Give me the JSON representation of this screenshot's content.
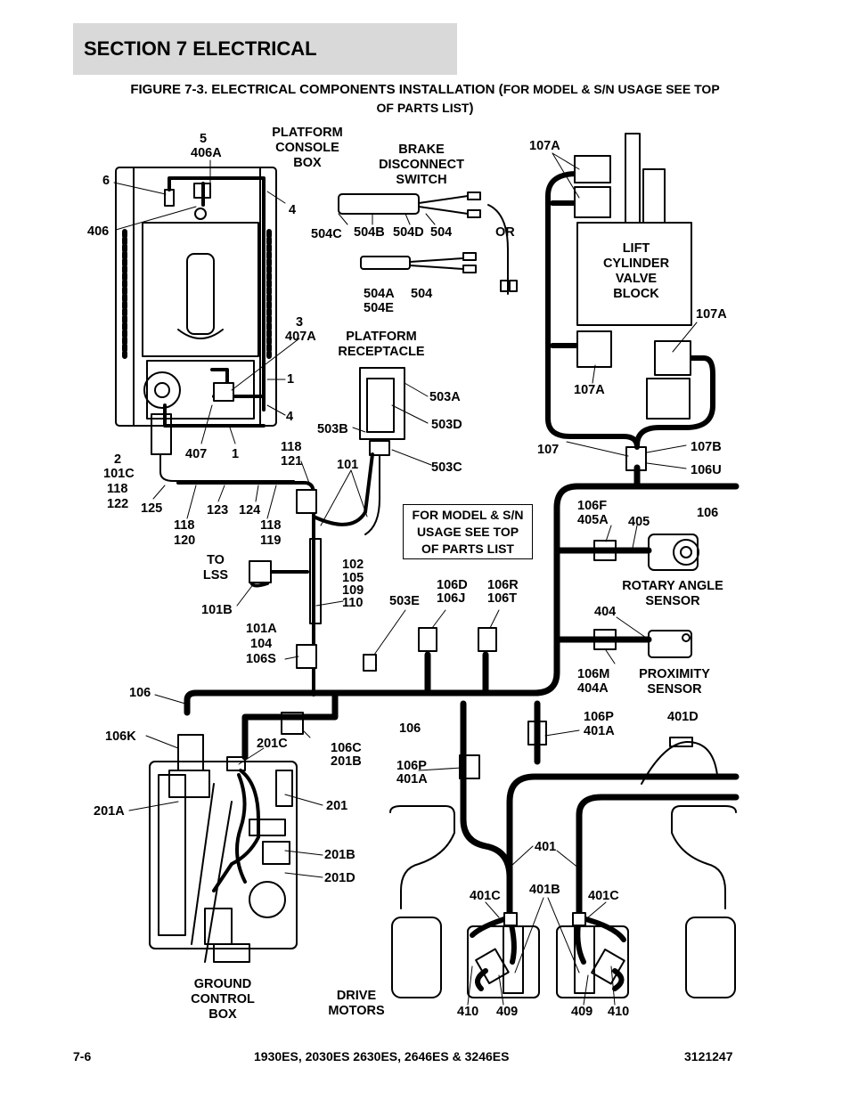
{
  "header": {
    "section": "SECTION 7   ELECTRICAL",
    "figure_title_main": "FIGURE 7-3. ELECTRICAL COMPONENTS INSTALLATION (",
    "figure_title_small1": "FOR MODEL & S/N USAGE SEE TOP",
    "figure_title_small2": "OF PARTS LIST",
    "figure_title_close": ")"
  },
  "labels": {
    "l5": "5",
    "l406A": "406A",
    "l6": "6",
    "l406": "406",
    "platform_console": "PLATFORM\nCONSOLE\nBOX",
    "brake_switch": "BRAKE\nDISCONNECT\nSWITCH",
    "l107A_top": "107A",
    "l4a": "4",
    "l504C": "504C",
    "l504B": "504B",
    "l504D": "504D",
    "l504a": "504",
    "lOR": "OR",
    "lift_block": "LIFT\nCYLINDER\nVALVE\nBLOCK",
    "l504A": "504A",
    "l504E": "504E",
    "l504b": "504",
    "l3": "3",
    "l407A": "407A",
    "platform_receptacle": "PLATFORM\nRECEPTACLE",
    "l107A_right": "107A",
    "l1a": "1",
    "l4b": "4",
    "l503A": "503A",
    "l503D": "503D",
    "l503B": "503B",
    "l503C": "503C",
    "l107A_left": "107A",
    "l2": "2",
    "l101C": "101C",
    "l118a": "118",
    "l122": "122",
    "l407": "407",
    "l1b": "1",
    "l118b": "118",
    "l121": "121",
    "l101": "101",
    "l107": "107",
    "l107B": "107B",
    "l106U": "106U",
    "l106a": "106",
    "l125": "125",
    "l123": "123",
    "l124": "124",
    "l118c": "118",
    "l120": "120",
    "l118d": "118",
    "l119": "119",
    "note_line1": "FOR MODEL & S/N",
    "note_line2": "USAGE SEE TOP",
    "note_line3": "OF PARTS LIST",
    "l106F": "106F",
    "l405A": "405A",
    "l405": "405",
    "to_lss": "TO\nLSS",
    "l102": "102",
    "l105": "105",
    "l109": "109",
    "l110": "110",
    "rotary_sensor": "ROTARY ANGLE\nSENSOR",
    "l101B": "101B",
    "l503E": "503E",
    "l106D": "106D",
    "l106J": "106J",
    "l106R": "106R",
    "l106T": "106T",
    "l404": "404",
    "l101A": "101A",
    "l104": "104",
    "l106S": "106S",
    "l106M": "106M",
    "l404A": "404A",
    "proximity_sensor": "PROXIMITY\nSENSOR",
    "l106b": "106",
    "l106P_a": "106P",
    "l401A_a": "401A",
    "l401D": "401D",
    "l106K": "106K",
    "l106c": "106",
    "l201C": "201C",
    "l106C": "106C",
    "l201B_a": "201B",
    "l106P_b": "106P",
    "l401A_b": "401A",
    "l201A": "201A",
    "l201": "201",
    "l401": "401",
    "l201B_b": "201B",
    "l201D": "201D",
    "l401C_a": "401C",
    "l401B": "401B",
    "l401C_b": "401C",
    "ground_box": "GROUND\nCONTROL\nBOX",
    "drive_motors": "DRIVE\nMOTORS",
    "l410a": "410",
    "l409a": "409",
    "l409b": "409",
    "l410b": "410"
  },
  "footer": {
    "page": "7-6",
    "models": "1930ES, 2030ES 2630ES, 2646ES & 3246ES",
    "doc_number": "3121247"
  }
}
